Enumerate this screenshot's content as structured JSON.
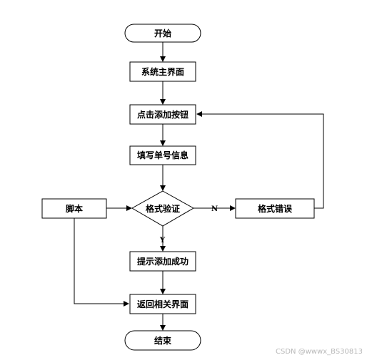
{
  "nodes": {
    "start": "开始",
    "main_ui": "系统主界面",
    "click_add": "点击添加按钮",
    "fill_info": "填写单号信息",
    "validate": "格式验证",
    "format_error": "格式错误",
    "script": "脚本",
    "add_success": "提示添加成功",
    "return_page": "返回相关界面",
    "end": "结束"
  },
  "edges": {
    "no_label": "N",
    "yes_label": "Y"
  },
  "watermark": "CSDN @wwwx_BS30813"
}
